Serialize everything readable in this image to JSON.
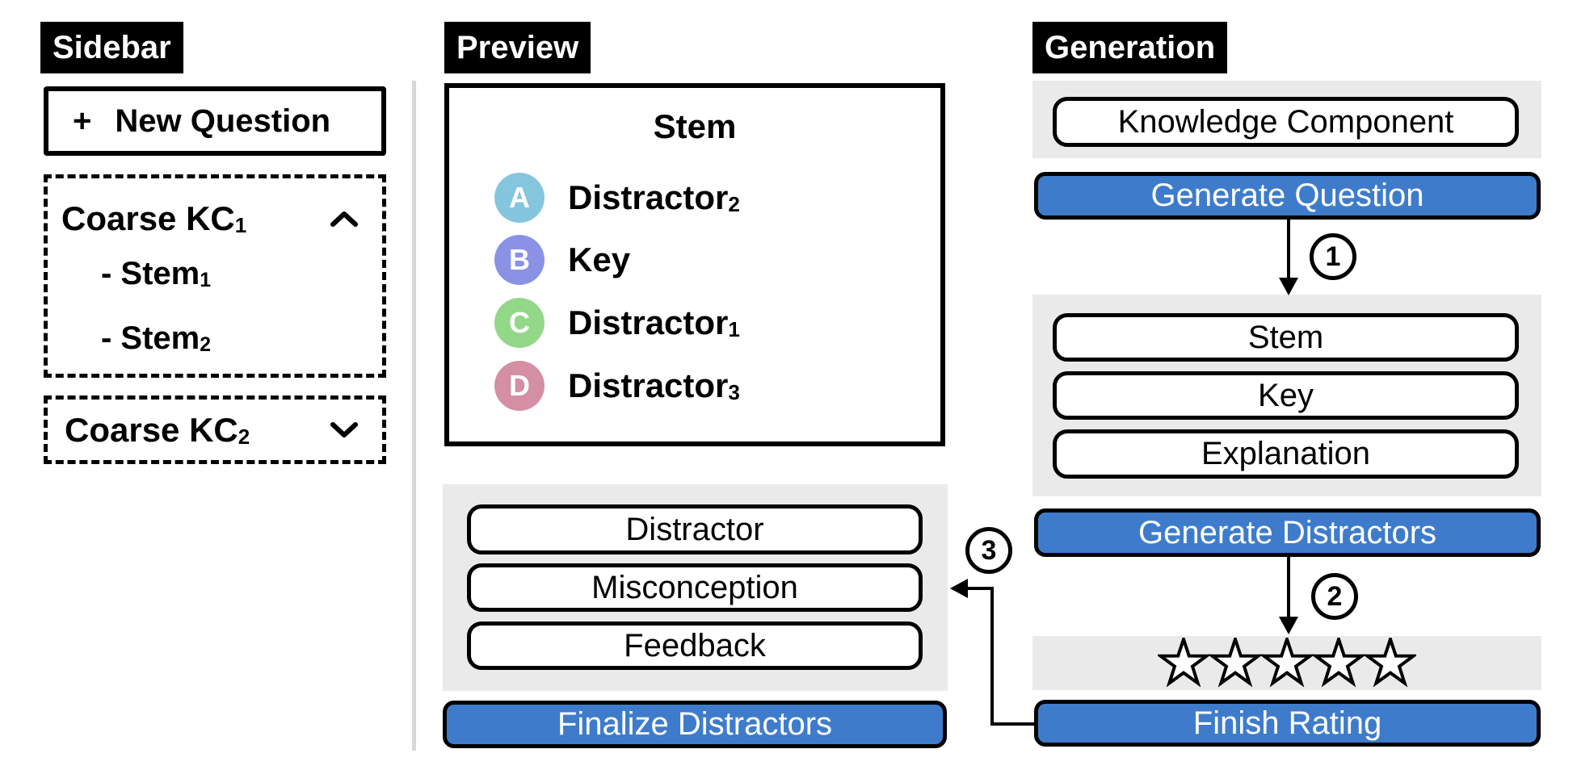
{
  "sidebar": {
    "label": "Sidebar",
    "new_question": {
      "plus": "+",
      "label": "New Question"
    },
    "groups": [
      {
        "title": "Coarse KC",
        "title_sub": "1",
        "chevron": "up",
        "items": [
          {
            "text": "- Stem",
            "sub": "1"
          },
          {
            "text": "- Stem",
            "sub": "2"
          }
        ]
      },
      {
        "title": "Coarse KC",
        "title_sub": "2",
        "chevron": "down",
        "items": []
      }
    ]
  },
  "preview": {
    "label": "Preview",
    "question": {
      "stem_title": "Stem",
      "options": [
        {
          "letter": "A",
          "text": "Distractor",
          "sub": "2",
          "color": "#84C6DE"
        },
        {
          "letter": "B",
          "text": "Key",
          "sub": "",
          "color": "#8B92E5"
        },
        {
          "letter": "C",
          "text": "Distractor",
          "sub": "1",
          "color": "#93D889"
        },
        {
          "letter": "D",
          "text": "Distractor",
          "sub": "3",
          "color": "#D48FA4"
        }
      ]
    },
    "editor_fields": [
      "Distractor",
      "Misconception",
      "Feedback"
    ],
    "finalize_label": "Finalize Distractors"
  },
  "generation": {
    "label": "Generation",
    "kc_field": "Knowledge Component",
    "generate_question_label": "Generate Question",
    "question_fields": [
      "Stem",
      "Key",
      "Explanation"
    ],
    "generate_distractors_label": "Generate Distractors",
    "rating_stars": 5,
    "finish_rating_label": "Finish Rating",
    "steps": [
      "1",
      "2",
      "3"
    ]
  },
  "colors": {
    "accent_blue": "#3E7CCB",
    "panel_gray": "#EAEAEA",
    "divider_gray": "#D8D8D8",
    "label_bg": "#000000",
    "option_a": "#84C6DE",
    "option_b": "#8B92E5",
    "option_c": "#93D889",
    "option_d": "#D48FA4"
  }
}
